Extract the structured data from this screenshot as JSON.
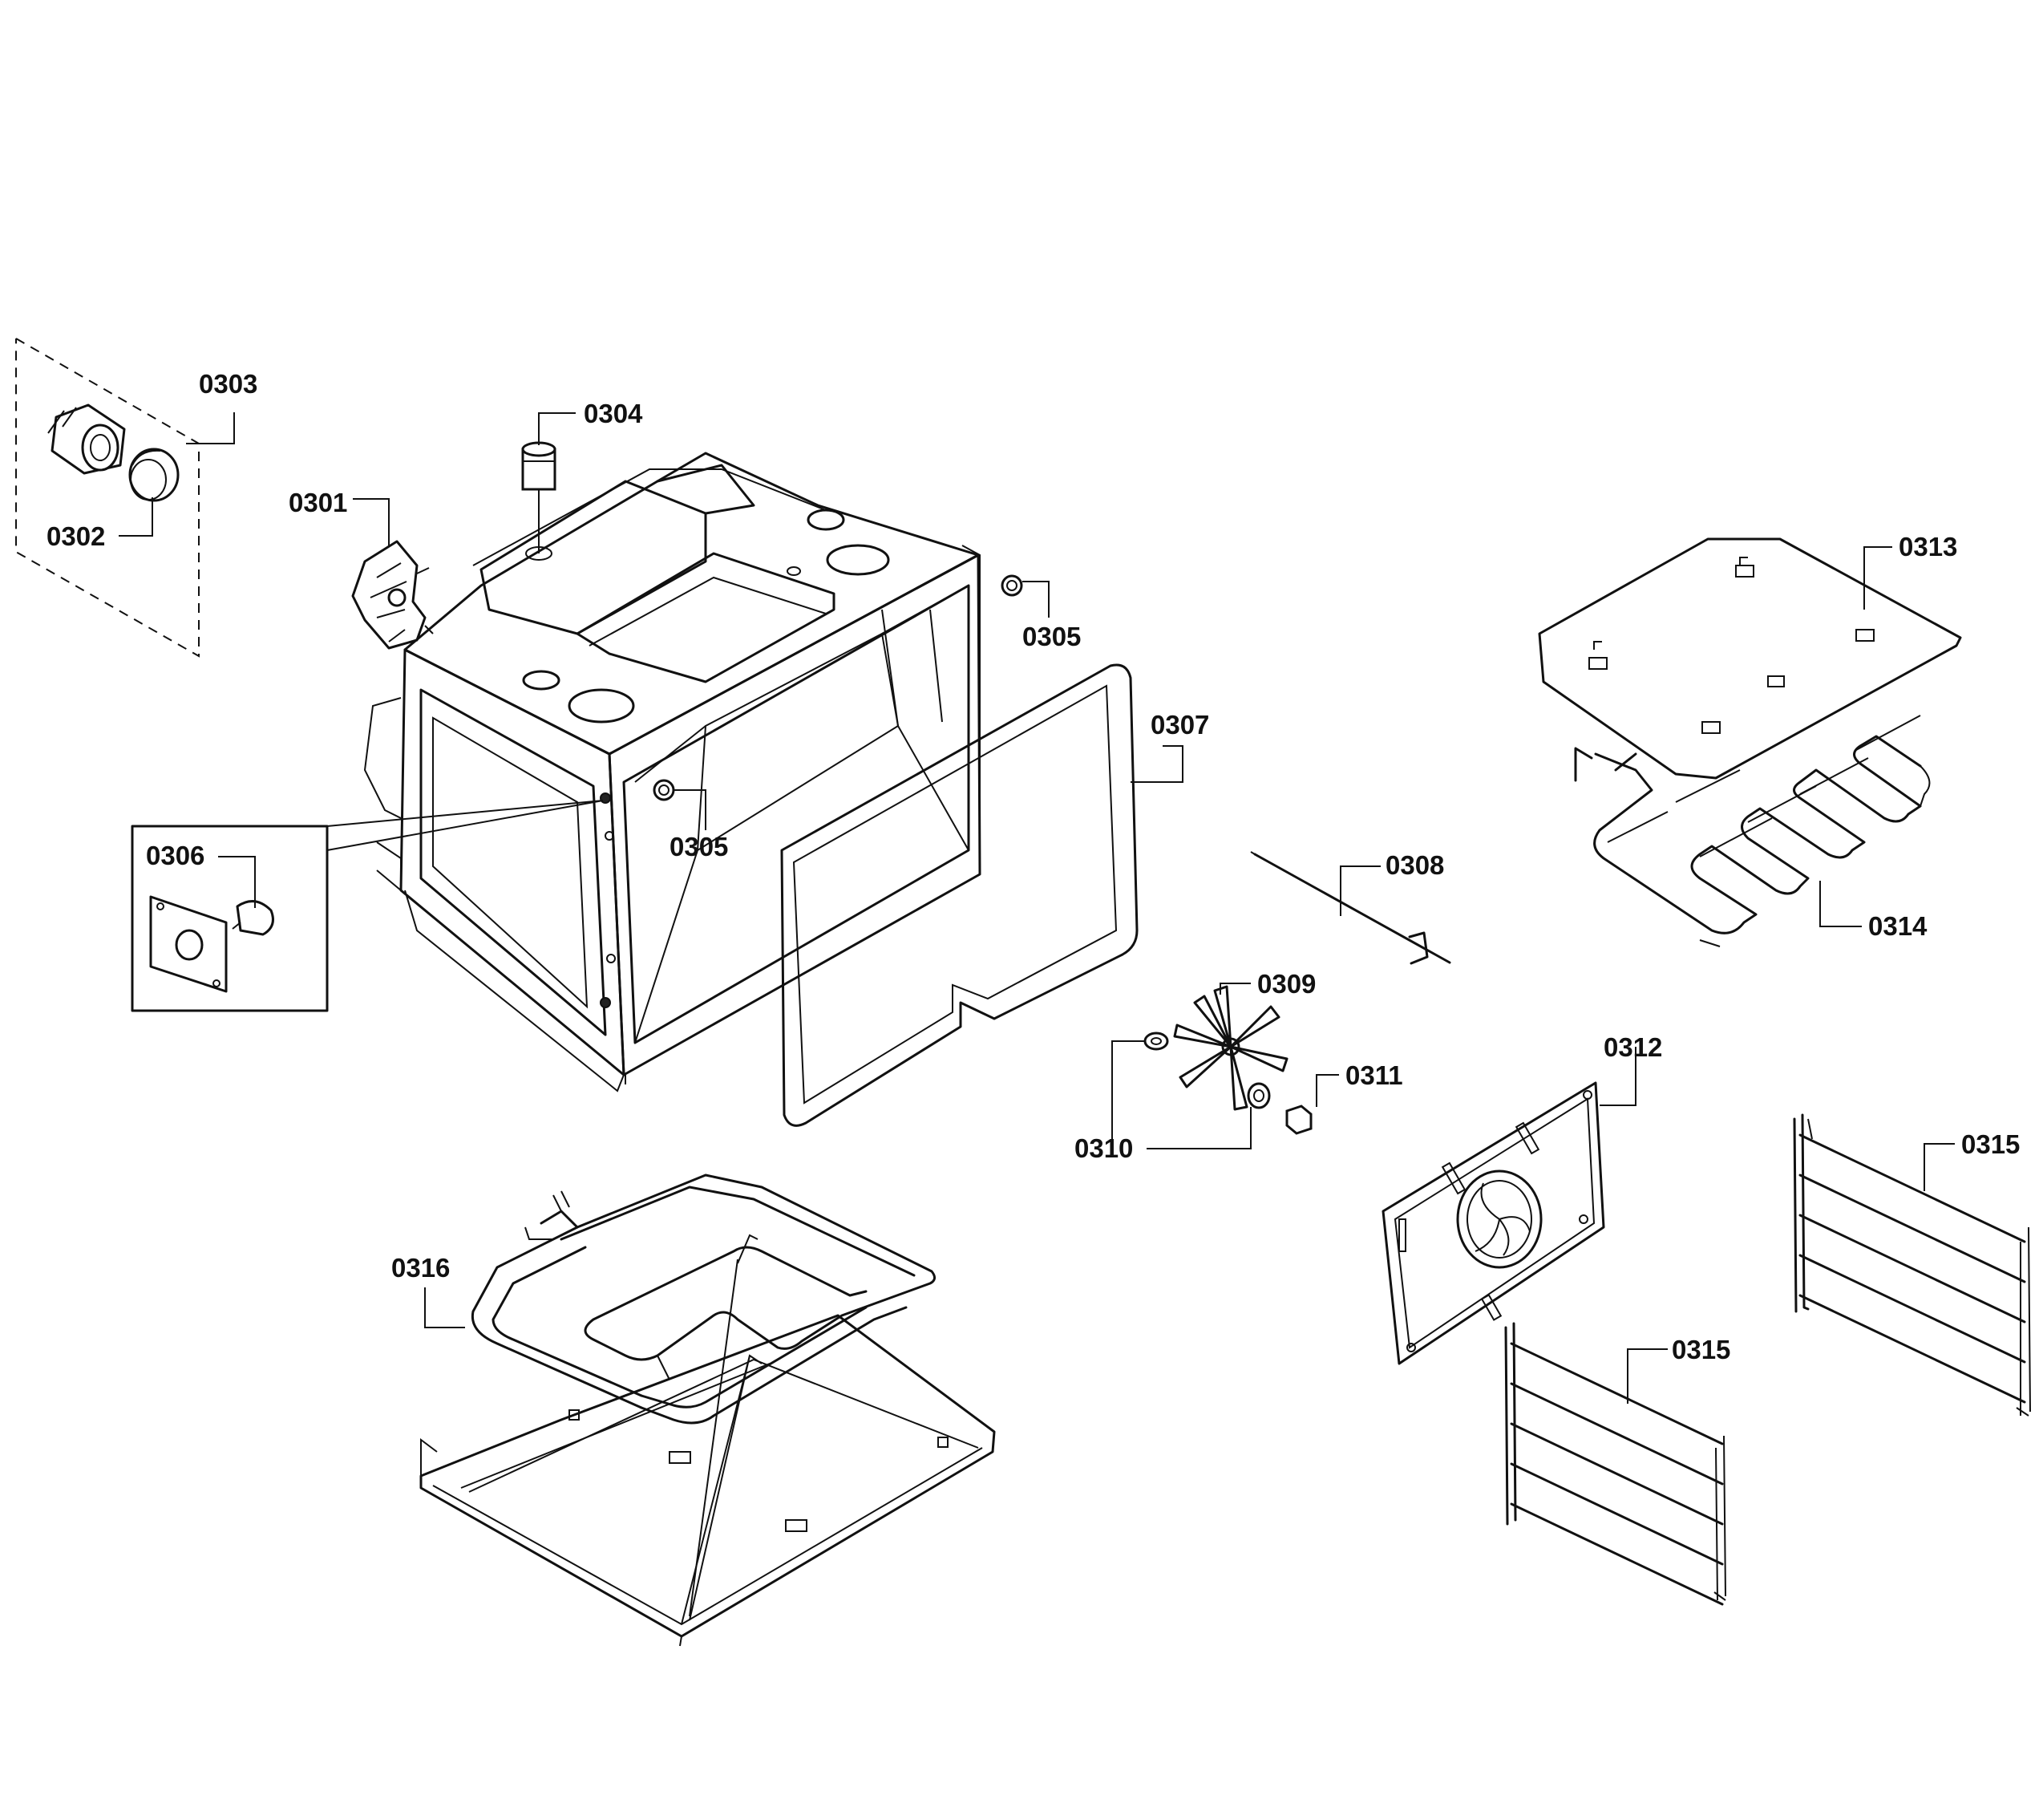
{
  "colors": {
    "background": "#ffffff",
    "line": "#111111"
  },
  "callouts": {
    "c0301": "0301",
    "c0302": "0302",
    "c0303": "0303",
    "c0304": "0304",
    "c0305a": "0305",
    "c0305b": "0305",
    "c0306": "0306",
    "c0307": "0307",
    "c0308": "0308",
    "c0309": "0309",
    "c0310": "0310",
    "c0311": "0311",
    "c0312": "0312",
    "c0313": "0313",
    "c0314": "0314",
    "c0315a": "0315",
    "c0315b": "0315",
    "c0316": "0316"
  }
}
